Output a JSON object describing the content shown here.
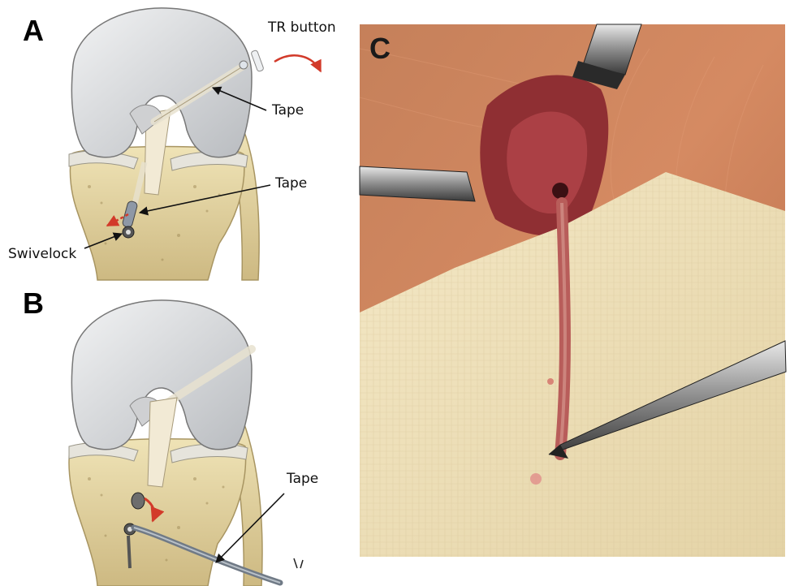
{
  "panels": {
    "a": {
      "label": "A"
    },
    "b": {
      "label": "B"
    },
    "c": {
      "label": "C"
    }
  },
  "annotations": {
    "tr_button": "TR button",
    "tape_a1": "Tape",
    "tape_a2": "Tape",
    "swivelock": "Swivelock",
    "tape_b": "Tape"
  },
  "colors": {
    "femur": "#d7d9dc",
    "bone": "#e3d6a6",
    "arrow_red": "#d23a2a",
    "tissue": "#a03438",
    "gauze": "#efe2bf",
    "skin": "#c47850"
  }
}
